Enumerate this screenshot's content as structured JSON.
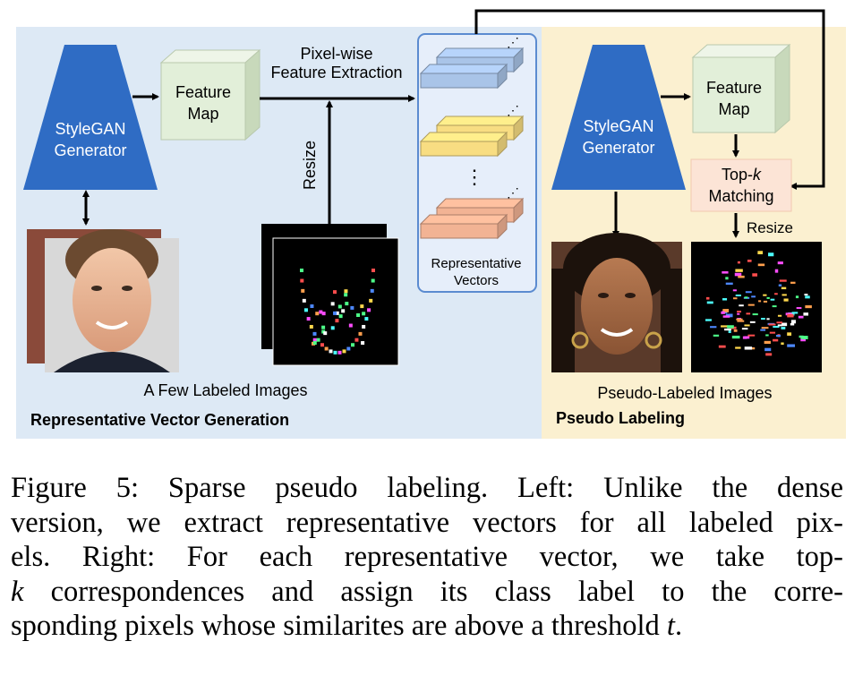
{
  "left_panel": {
    "generator_label": [
      "StyleGAN",
      "Generator"
    ],
    "feature_map_label": [
      "Feature",
      "Map"
    ],
    "extraction_label": [
      "Pixel-wise",
      "Feature Extraction"
    ],
    "resize_label": "Resize",
    "images_label": "A Few Labeled Images",
    "section_title": "Representative Vector  Generation"
  },
  "vectors_box": {
    "label": [
      "Representative",
      "Vectors"
    ],
    "colors": [
      "#a9c4e8",
      "#f8dd82",
      "#f2b394"
    ]
  },
  "right_panel": {
    "generator_label": [
      "StyleGAN",
      "Generator"
    ],
    "feature_map_label": [
      "Feature",
      "Map"
    ],
    "topk_label": [
      "Top-",
      "k",
      "Matching"
    ],
    "resize_label": "Resize",
    "images_label": "Pseudo-Labeled Images",
    "section_title": "Pseudo Labeling"
  },
  "colors": {
    "left_bg": "#dde9f5",
    "right_bg": "#fbf0d0",
    "generator": "#2f6cc4",
    "feature_map": "#e2efd9",
    "topk_box": "#fce4d6"
  },
  "caption": {
    "lines": [
      "Figure 5: Sparse pseudo labeling.  Left: Unlike the dense",
      "version, we extract representative vectors for all labeled pix-",
      "els.  Right: For each representative vector, we take top-",
      "correspondences and assign its class label to the corre-",
      "sponding pixels whose similarites are above a threshold"
    ],
    "var_k": "k",
    "var_t": "t",
    "period": "."
  }
}
